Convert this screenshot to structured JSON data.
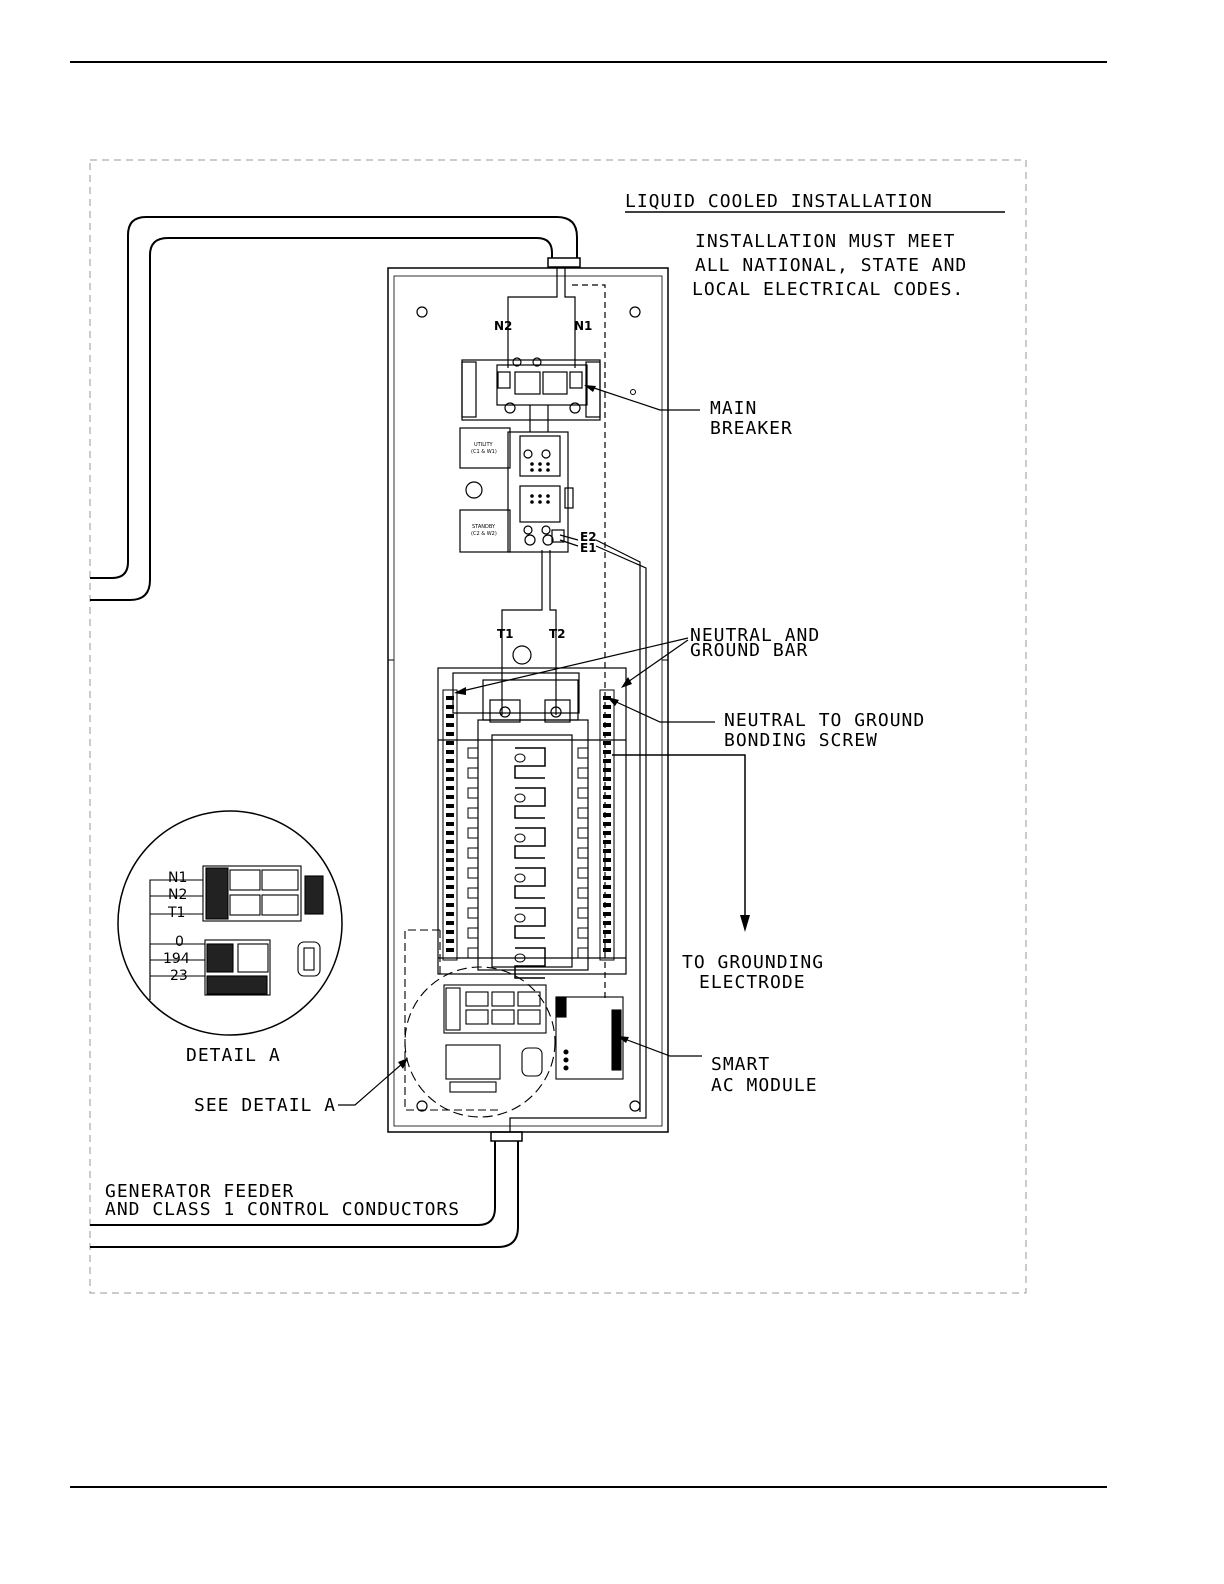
{
  "title": "LIQUID COOLED INSTALLATION",
  "note_lines": [
    "INSTALLATION MUST MEET",
    "ALL NATIONAL, STATE AND",
    "LOCAL ELECTRICAL CODES."
  ],
  "terminals": {
    "n2": "N2",
    "n1": "N1",
    "t1": "T1",
    "t2": "T2",
    "e2": "E2",
    "e1": "E1"
  },
  "callouts": {
    "main_breaker": [
      "MAIN",
      "BREAKER"
    ],
    "neutral_ground_bar": [
      "NEUTRAL AND",
      "GROUND BAR"
    ],
    "bonding_screw": [
      "NEUTRAL TO GROUND",
      "BONDING SCREW"
    ],
    "grounding_electrode": [
      "TO GROUNDING",
      "ELECTRODE"
    ],
    "smart_ac_module": [
      "SMART",
      "AC MODULE"
    ],
    "see_detail": "SEE DETAIL A",
    "generator_feeder": [
      "GENERATOR FEEDER",
      "AND CLASS 1 CONTROL CONDUCTORS"
    ]
  },
  "detail_a": {
    "caption": "DETAIL A",
    "labels": [
      "N1",
      "N2",
      "T1",
      "0",
      "194",
      "23"
    ]
  },
  "switch_labels": {
    "utility": [
      "UTILITY",
      "(C1 & W1)"
    ],
    "standby": [
      "STANDBY",
      "(C2 & W2)"
    ]
  }
}
